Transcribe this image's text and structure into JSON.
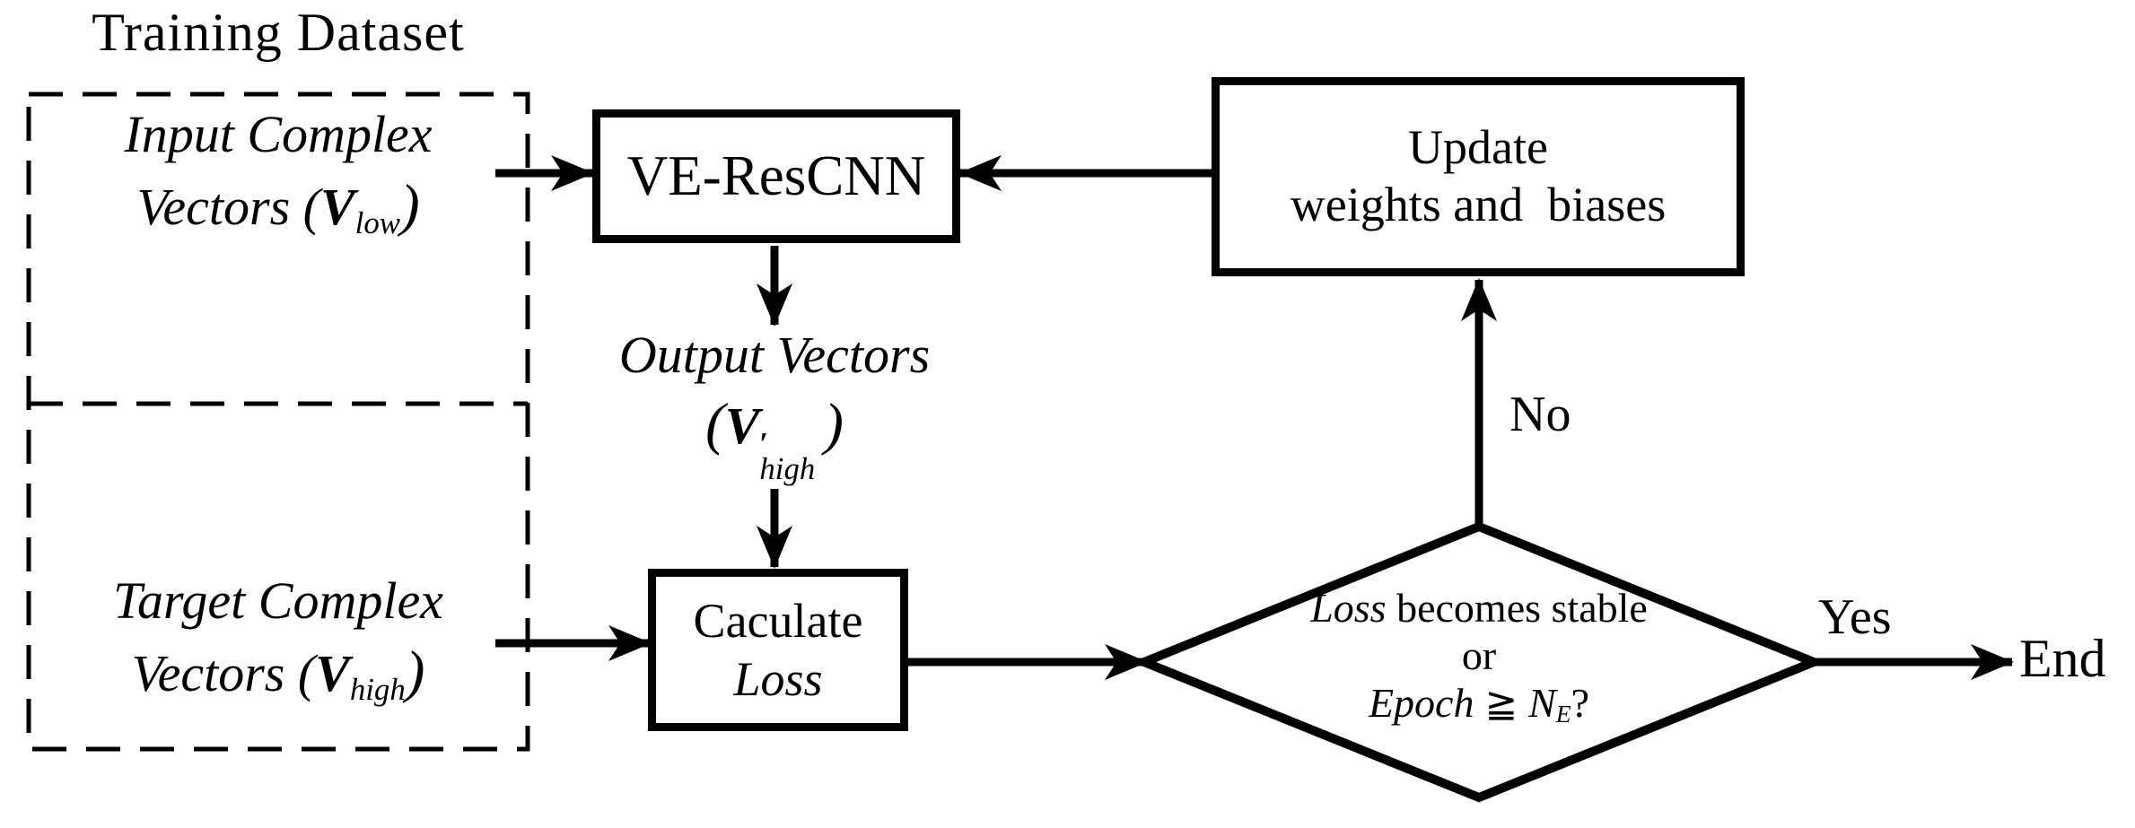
{
  "diagram": {
    "title": "Training Dataset",
    "dataset_box": {
      "input": {
        "line1": "Input Complex",
        "line2_pre": "Vectors (",
        "vector": "V",
        "subscript": "low",
        "line2_post": ")"
      },
      "target": {
        "line1": "Target Complex",
        "line2_pre": "Vectors (",
        "vector": "V",
        "subscript": "high",
        "line2_post": ")"
      }
    },
    "nodes": {
      "ve_rescnn": {
        "label": "VE-ResCNN"
      },
      "update": {
        "line1": "Update",
        "line2": "weights and  biases"
      },
      "calculate": {
        "line1": "Caculate",
        "line2": "Loss"
      },
      "decision": {
        "line1_italic": "Loss",
        "line1_rest": " becomes stable",
        "line2": "or",
        "line3_italic": "Epoch",
        "line3_operator": "≧",
        "line3_var": "N",
        "line3_sub": "E",
        "line3_end": "?"
      }
    },
    "output_vectors": {
      "line1": "Output Vectors",
      "open": "(",
      "vector": "V",
      "prime": "′",
      "subscript": "high",
      "close": ")"
    },
    "edge_labels": {
      "no": "No",
      "yes": "Yes",
      "end": "End"
    },
    "colors": {
      "ink": "#000000",
      "background": "#ffffff"
    }
  }
}
